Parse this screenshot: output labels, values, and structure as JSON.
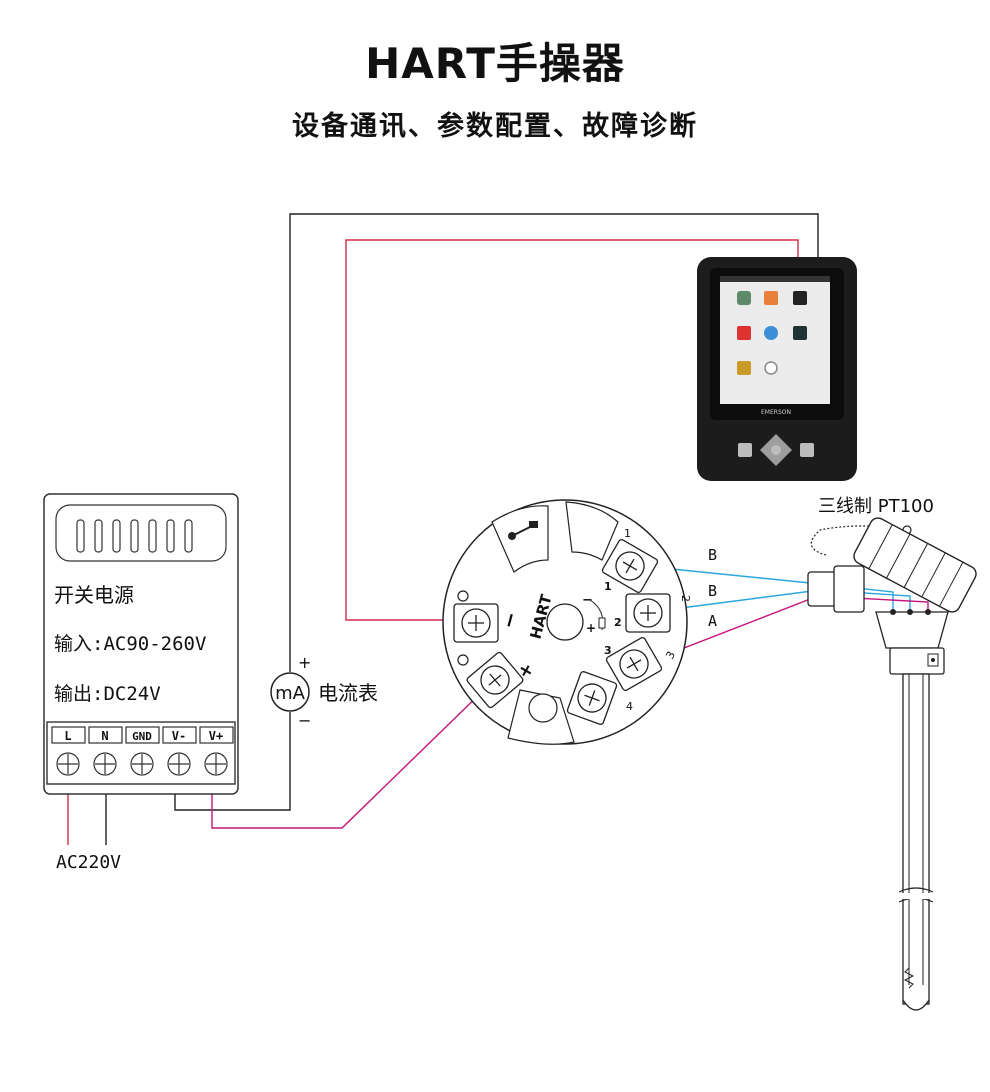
{
  "header": {
    "title": "HART手操器",
    "subtitle": "设备通讯、参数配置、故障诊断"
  },
  "power_supply": {
    "switch_label": "开关电源",
    "input_label": "输入:AC90-260V",
    "output_label": "输出:DC24V",
    "terminals": [
      "L",
      "N",
      "GND",
      "V-",
      "V+"
    ],
    "mains_label": "AC220V"
  },
  "ammeter": {
    "symbol": "mA",
    "label": "电流表",
    "plus": "+",
    "minus": "−"
  },
  "transmitter": {
    "hart_label": "HART",
    "plus": "+",
    "minus": "−",
    "terminal_numbers": [
      "1",
      "2",
      "3",
      "4"
    ],
    "inner_numbers": [
      "1",
      "2",
      "3"
    ],
    "inner_plus": "+",
    "inner_minus": "−"
  },
  "wires": {
    "b1": "B",
    "b2": "B",
    "a": "A"
  },
  "sensor": {
    "label": "三线制 PT100"
  },
  "communicator": {
    "brand": "EMERSON"
  },
  "colors": {
    "red_wire": "#d62b4a",
    "magenta_wire": "#c4147e",
    "blue_wire": "#2aa6e0",
    "black_wire": "#222222",
    "device_body": "#1c1c1c"
  }
}
